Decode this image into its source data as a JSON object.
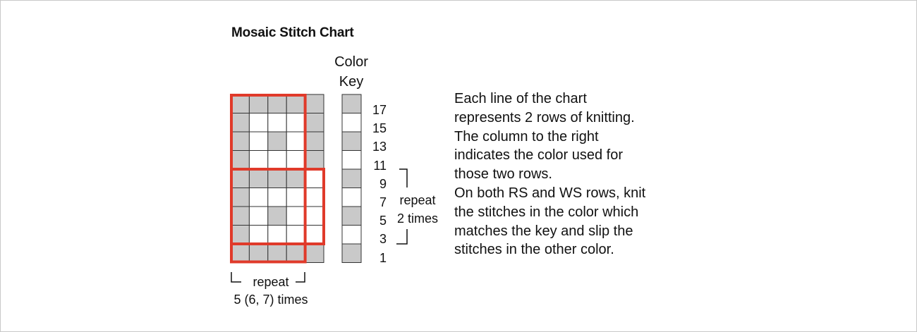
{
  "title": "Mosaic Stitch Chart",
  "color_key": {
    "heading_line1": "Color",
    "heading_line2": "Key"
  },
  "colors": {
    "gray": "#c9c9c9",
    "white": "#ffffff",
    "grid": "#333333",
    "repeat_box": "#e03a2a"
  },
  "chart": {
    "columns": 5,
    "rows_top_to_bottom": [
      [
        1,
        1,
        1,
        1,
        1
      ],
      [
        1,
        0,
        0,
        0,
        1
      ],
      [
        1,
        0,
        1,
        0,
        1
      ],
      [
        1,
        0,
        0,
        0,
        1
      ],
      [
        1,
        1,
        1,
        1,
        0
      ],
      [
        1,
        0,
        0,
        0,
        0
      ],
      [
        1,
        0,
        1,
        0,
        0
      ],
      [
        1,
        0,
        0,
        0,
        0
      ],
      [
        1,
        1,
        1,
        1,
        1
      ]
    ],
    "key_top_to_bottom": [
      1,
      0,
      1,
      0,
      1,
      0,
      1,
      0,
      1
    ]
  },
  "row_numbers": [
    "17",
    "15",
    "13",
    "11",
    "9",
    "7",
    "5",
    "3",
    "1"
  ],
  "repeat_rows": {
    "line1": "repeat",
    "line2": "2 times"
  },
  "repeat_stitches": {
    "line1": "repeat",
    "line2": "5 (6, 7) times"
  },
  "instructions": [
    "Each line of the chart",
    "represents 2 rows of knitting.",
    "The column to the right",
    "indicates the color used for",
    "those two rows.",
    "On both RS and WS rows, knit",
    "the stitches in the color which",
    "matches the key and slip the",
    "stitches in the other color."
  ]
}
